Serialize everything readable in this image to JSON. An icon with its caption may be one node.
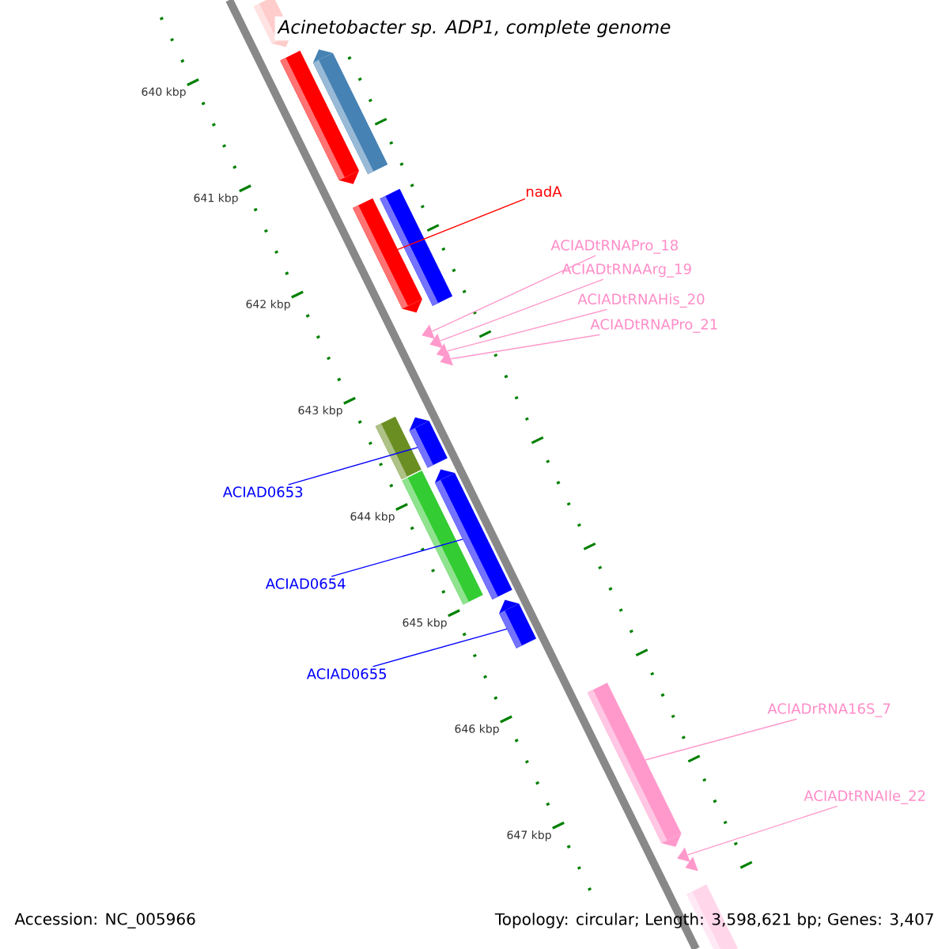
{
  "diagram": {
    "title": "Acinetobacter sp. ADP1, complete genome",
    "nodes": [
      {
        "text": [],
        "shape": "bar"
      },
      {
        "text": [],
        "shape": "bar"
      },
      {
        "text": [],
        "shape": "bar"
      },
      {
        "text": [
          "nadA"
        ]
      },
      {
        "text": [],
        "shape": "bar"
      },
      {
        "text": [],
        "shape": "bar"
      },
      {
        "text": [
          "ACIADtRNAPro_18"
        ]
      },
      {
        "text": [
          "ACIADtRNAArg_19"
        ]
      },
      {
        "text": [
          "ACIADtRNAHis_20"
        ]
      },
      {
        "text": [
          "ACIADtRNAPro_21"
        ]
      },
      {
        "text": [],
        "shape": "triangle"
      },
      {
        "text": [],
        "shape": "triangle"
      },
      {
        "text": [],
        "shape": "triangle"
      },
      {
        "text": [],
        "shape": "triangle"
      },
      {
        "text": [
          "ACIAD0653"
        ]
      },
      {
        "text": [],
        "shape": "bar"
      },
      {
        "text": [],
        "shape": "bar"
      },
      {
        "text": [],
        "shape": "bar"
      },
      {
        "text": [],
        "shape": "bar"
      },
      {
        "text": [
          "ACIAD0654"
        ]
      },
      {
        "text": [
          "ACIAD0655"
        ]
      },
      {
        "text": [],
        "shape": "bar"
      },
      {
        "text": [
          "ACIADrRNA16S_7"
        ]
      },
      {
        "text": [],
        "shape": "bar"
      },
      {
        "text": [
          "ACIADtRNAIle_22"
        ]
      },
      {
        "text": [],
        "shape": "triangle"
      },
      {
        "text": [],
        "shape": "triangle"
      },
      {
        "text": [],
        "shape": "bar"
      }
    ],
    "edges": [
      {
        "from": 3,
        "to": 4,
        "arrow": "none",
        "color": "#ff0000"
      },
      {
        "from": 6,
        "to": 10,
        "arrow": "none"
      },
      {
        "from": 7,
        "to": 11,
        "arrow": "none"
      },
      {
        "from": 8,
        "to": 12,
        "arrow": "none"
      },
      {
        "from": 9,
        "to": 13,
        "arrow": "none"
      },
      {
        "from": 14,
        "to": 16,
        "arrow": "none",
        "color": "#0000ff"
      },
      {
        "from": 19,
        "to": 18,
        "arrow": "none",
        "color": "#0000ff"
      },
      {
        "from": 20,
        "to": 21,
        "arrow": "none",
        "color": "#0000ff"
      },
      {
        "from": 22,
        "to": 23,
        "arrow": "none"
      },
      {
        "from": 24,
        "to": 25,
        "arrow": "none"
      }
    ],
    "labels": [
      "640 kbp",
      "641 kbp",
      "642 kbp",
      "643 kbp",
      "644 kbp",
      "645 kbp",
      "646 kbp",
      "647 kbp",
      "Accession: NC_005966",
      "Topology: circular; Length: 3,598,621 bp; Genes: 3,407"
    ]
  }
}
